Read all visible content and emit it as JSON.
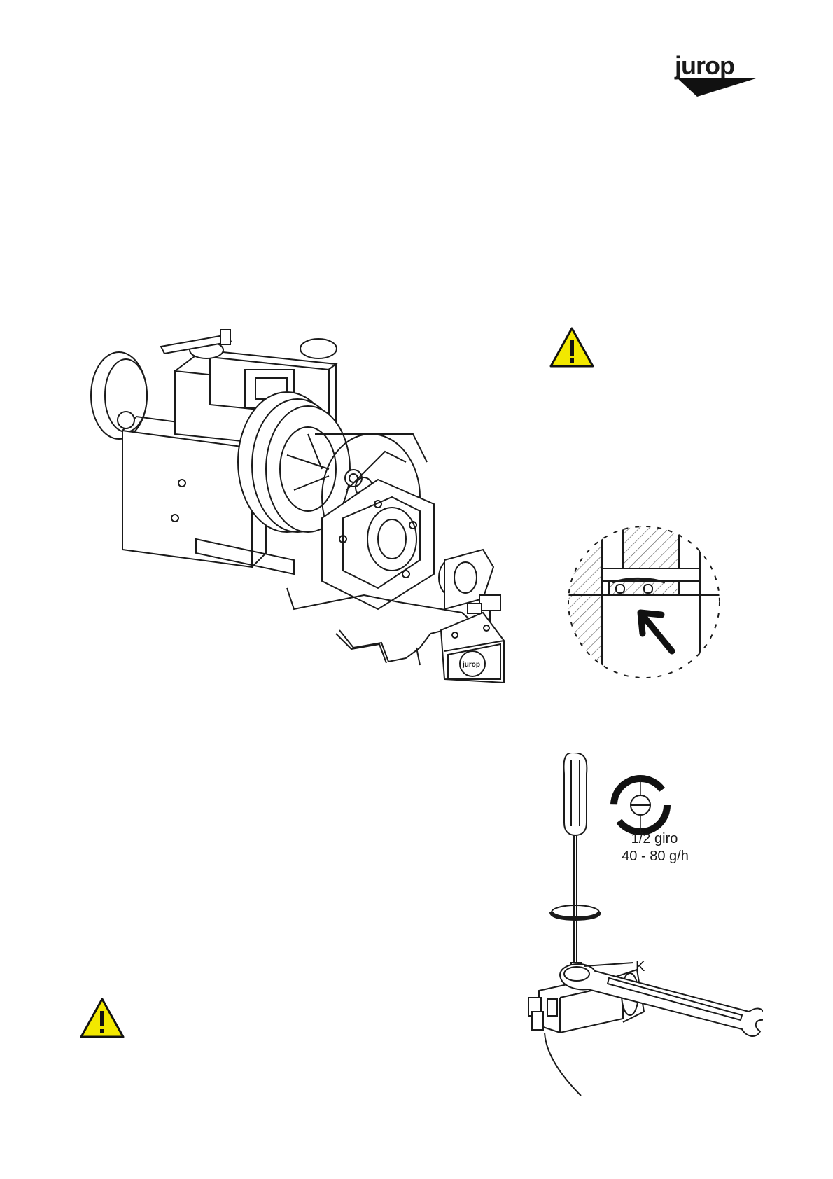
{
  "brand": {
    "logo_text": "jurop"
  },
  "warnings": [
    {
      "icon": "warning-triangle-icon",
      "color": "#f2e800"
    },
    {
      "icon": "warning-triangle-icon",
      "color": "#f2e800"
    }
  ],
  "pump_figure": {
    "cover_logo_text": "jurop"
  },
  "seal_detail": {
    "icon": "arrow-icon"
  },
  "adjustment_figure": {
    "turn_label": "1/2 giro",
    "rate_label": "40 - 80 g/h",
    "screw_label": "K"
  },
  "colors": {
    "warning_yellow": "#f2e800",
    "line": "#1a1a1a"
  }
}
